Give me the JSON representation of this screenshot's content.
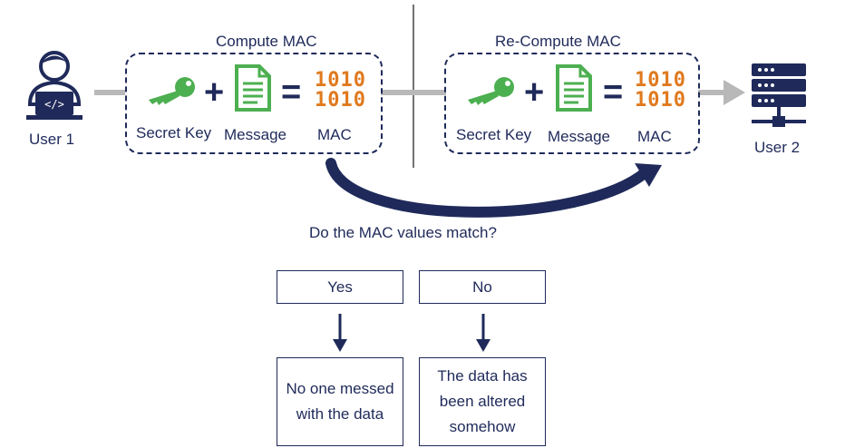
{
  "users": {
    "left": "User 1",
    "right": "User 2"
  },
  "compute": {
    "title": "Compute MAC",
    "key_label": "Secret Key",
    "message_label": "Message",
    "mac_label": "MAC",
    "bits": "1010\n1010"
  },
  "recompute": {
    "title": "Re-Compute MAC",
    "key_label": "Secret Key",
    "message_label": "Message",
    "mac_label": "MAC",
    "bits": "1010\n1010"
  },
  "question": "Do the MAC values match?",
  "answers": {
    "yes": "Yes",
    "no": "No"
  },
  "outcomes": {
    "yes": "No one messed with the data",
    "no": "The data has been altered somehow"
  },
  "colors": {
    "navy": "#1f2a5a",
    "green": "#4caf50",
    "orange": "#e07a1f",
    "gray": "#b8b8b8"
  }
}
